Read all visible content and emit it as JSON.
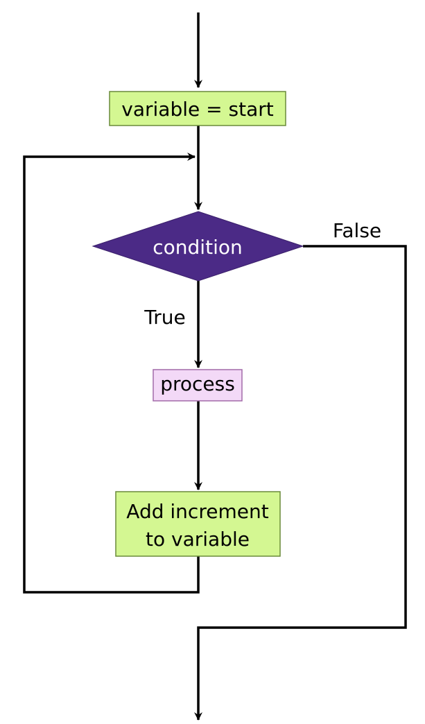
{
  "colors": {
    "process_green_fill": "#d4f792",
    "process_green_border": "#6a8a3a",
    "decision_fill": "#4b2a86",
    "decision_text": "#ffffff",
    "process_pink_fill": "#f3d9f7",
    "process_pink_border": "#a26aa8",
    "stroke": "#000000"
  },
  "nodes": {
    "init": {
      "label": "variable = start"
    },
    "condition": {
      "label": "condition"
    },
    "process": {
      "label": "process"
    },
    "increment": {
      "line1": "Add increment",
      "line2": "to variable"
    }
  },
  "edges": {
    "true_label": "True",
    "false_label": "False"
  }
}
